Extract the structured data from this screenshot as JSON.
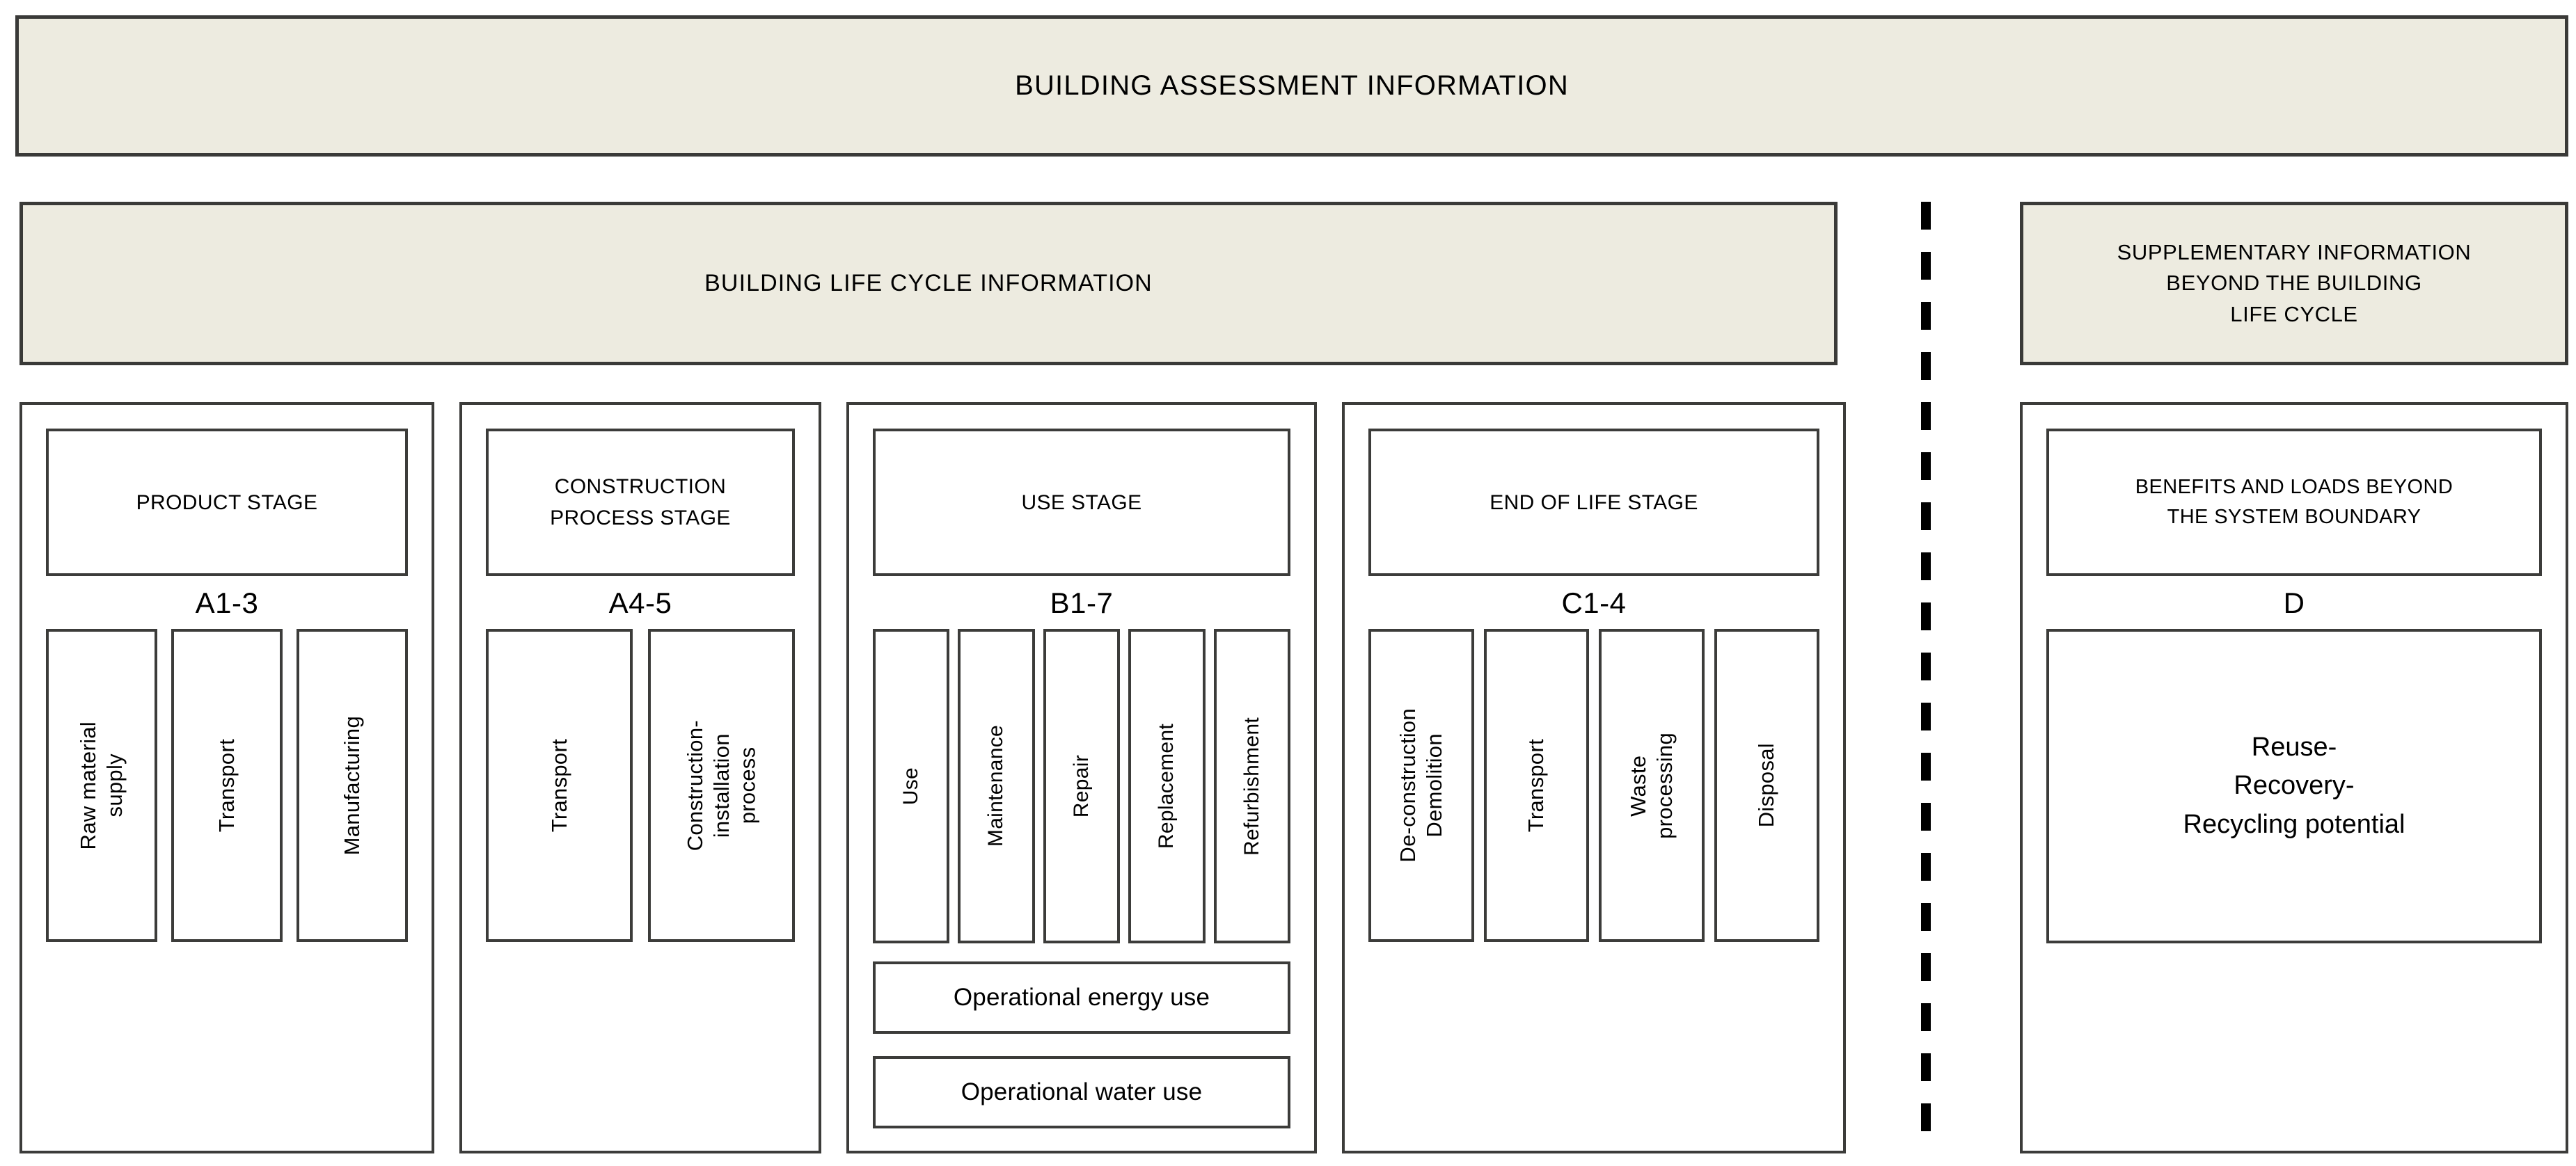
{
  "assessment_banner": {
    "title": "BUILDING ASSESSMENT INFORMATION"
  },
  "lifecycle_banner": {
    "title": "BUILDING LIFE CYCLE INFORMATION"
  },
  "supplementary_banner": {
    "line1": "SUPPLEMENTARY INFORMATION",
    "line2": "BEYOND THE BUILDING",
    "line3": "LIFE CYCLE"
  },
  "divider": {
    "name": "system-boundary-dashed-line"
  },
  "stages": [
    {
      "id": "product",
      "title": "PRODUCT STAGE",
      "code": "A1-3",
      "modules": [
        {
          "label": "Raw material\nsupply"
        },
        {
          "label": "Transport"
        },
        {
          "label": "Manufacturing"
        }
      ]
    },
    {
      "id": "construction",
      "title": "CONSTRUCTION\nPROCESS STAGE",
      "code": "A4-5",
      "modules": [
        {
          "label": "Transport"
        },
        {
          "label": "Construction-\ninstallation\nprocess"
        }
      ]
    },
    {
      "id": "use",
      "title": "USE STAGE",
      "code": "B1-7",
      "modules": [
        {
          "label": "Use"
        },
        {
          "label": "Maintenance"
        },
        {
          "label": "Repair"
        },
        {
          "label": "Replacement"
        },
        {
          "label": "Refurbishment"
        }
      ],
      "extra_boxes": [
        {
          "label": "Operational energy use"
        },
        {
          "label": "Operational water use"
        }
      ]
    },
    {
      "id": "end-of-life",
      "title": "END OF LIFE STAGE",
      "code": "C1-4",
      "modules": [
        {
          "label": "De-construction\nDemolition"
        },
        {
          "label": "Transport"
        },
        {
          "label": "Waste\nprocessing"
        },
        {
          "label": "Disposal"
        }
      ]
    },
    {
      "id": "benefits",
      "title": "BENEFITS AND LOADS BEYOND\nTHE SYSTEM BOUNDARY",
      "code": "D",
      "body": "Reuse-\nRecovery-\nRecycling potential"
    }
  ],
  "colors": {
    "banner_fill": "#EDEBE0",
    "border": "#3C3C3A",
    "box_fill": "#FFFFFF",
    "text": "#000000"
  }
}
